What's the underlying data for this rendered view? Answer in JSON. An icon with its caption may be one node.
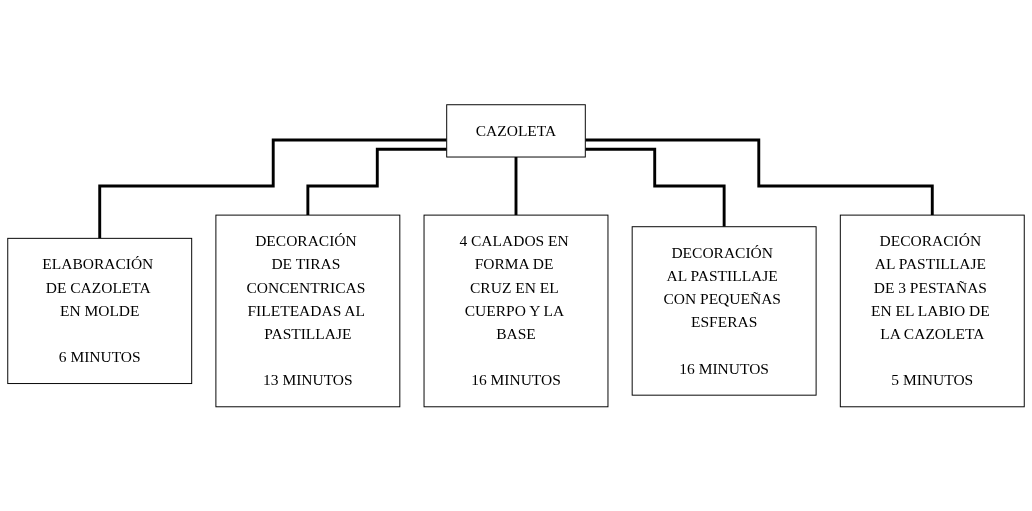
{
  "diagram": {
    "nodes": [
      {
        "text": [
          "CAZOLETA"
        ]
      },
      {
        "text": [
          "ELABORACIÓN DE CAZOLETA EN MOLDE",
          "6 MINUTOS"
        ]
      },
      {
        "text": [
          "DECORACIÓN DE TIRAS CONCENTRICAS FILETEADAS AL PASTILLAJE",
          "13 MINUTOS"
        ]
      },
      {
        "text": [
          "4 CALADOS EN FORMA DE CRUZ EN EL CUERPO Y LA BASE",
          "16 MINUTOS"
        ]
      },
      {
        "text": [
          "DECORACIÓN AL PASTILLAJE CON PEQUEÑAS ESFERAS",
          "16 MINUTOS"
        ]
      },
      {
        "text": [
          "DECORACIÓN AL PASTILLAJE DE 3 PESTAÑAS EN EL LABIO DE LA CAZOLETA",
          "5 MINUTOS"
        ]
      }
    ],
    "edges": [
      {
        "from": 0,
        "to": 1,
        "arrow": "none"
      },
      {
        "from": 0,
        "to": 2,
        "arrow": "none"
      },
      {
        "from": 0,
        "to": 3,
        "arrow": "none"
      },
      {
        "from": 0,
        "to": 4,
        "arrow": "none"
      },
      {
        "from": 0,
        "to": 5,
        "arrow": "none"
      }
    ]
  }
}
